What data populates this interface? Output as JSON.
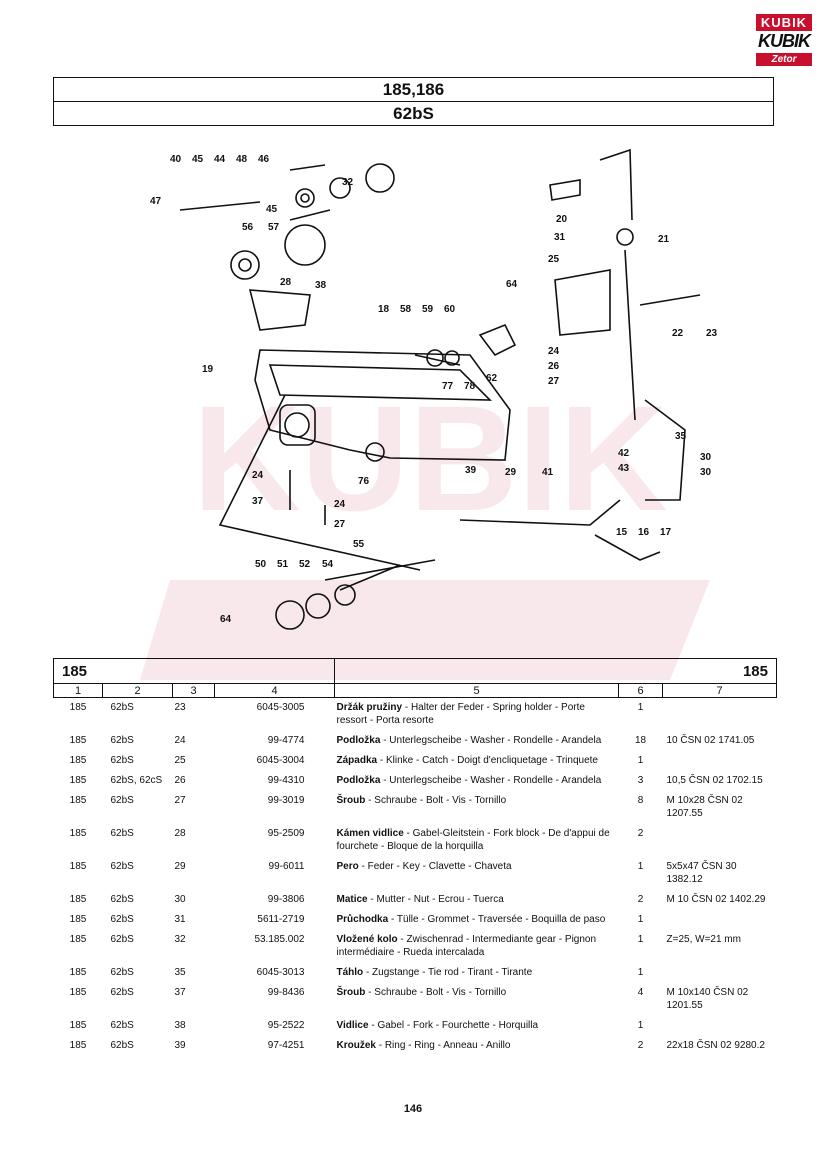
{
  "logo": {
    "brand": "KUBIK",
    "sub": "Zetor"
  },
  "title": {
    "line1": "185,186",
    "line2": "62bS"
  },
  "watermark": "KUBIK",
  "diagram_labels": [
    "40",
    "45",
    "44",
    "48",
    "46",
    "32",
    "47",
    "45",
    "56",
    "57",
    "28",
    "38",
    "19",
    "18",
    "58",
    "59",
    "60",
    "64",
    "62",
    "20",
    "31",
    "21",
    "25",
    "22",
    "23",
    "24",
    "26",
    "27",
    "77",
    "78",
    "76",
    "35",
    "42",
    "30",
    "43",
    "30",
    "24",
    "37",
    "24",
    "27",
    "39",
    "29",
    "41",
    "15",
    "16",
    "17",
    "55",
    "50",
    "51",
    "52",
    "54",
    "64"
  ],
  "table": {
    "section_left": "185",
    "section_right": "185",
    "columns": [
      "1",
      "2",
      "3",
      "4",
      "5",
      "6",
      "7"
    ],
    "rows": [
      {
        "c1": "185",
        "c2": "62bS",
        "c3": "23",
        "c4": "6045-3005",
        "name": "Držák pružiny",
        "desc": " - Halter der Feder - Spring holder - Porte ressort - Porta resorte",
        "qty": "1",
        "note": ""
      },
      {
        "c1": "185",
        "c2": "62bS",
        "c3": "24",
        "c4": "99-4774",
        "name": "Podložka",
        "desc": " - Unterlegscheibe - Washer - Rondelle - Arandela",
        "qty": "18",
        "note": "10 ČSN 02 1741.05"
      },
      {
        "c1": "185",
        "c2": "62bS",
        "c3": "25",
        "c4": "6045-3004",
        "name": "Západka",
        "desc": " - Klinke - Catch - Doigt d'encliquetage - Trinquete",
        "qty": "1",
        "note": ""
      },
      {
        "c1": "185",
        "c2": "62bS, 62cS",
        "c3": "26",
        "c4": "99-4310",
        "name": "Podložka",
        "desc": " - Unterlegscheibe - Washer - Rondelle - Arandela",
        "qty": "3",
        "note": "10,5 ČSN 02 1702.15"
      },
      {
        "c1": "185",
        "c2": "62bS",
        "c3": "27",
        "c4": "99-3019",
        "name": "Šroub",
        "desc": " - Schraube - Bolt - Vis - Tornillo",
        "qty": "8",
        "note": "M 10x28 ČSN 02 1207.55"
      },
      {
        "c1": "185",
        "c2": "62bS",
        "c3": "28",
        "c4": "95-2509",
        "name": "Kámen vidlice",
        "desc": " - Gabel-Gleitstein - Fork block - De d'appui de fourchete - Bloque de la horquilla",
        "qty": "2",
        "note": ""
      },
      {
        "c1": "185",
        "c2": "62bS",
        "c3": "29",
        "c4": "99-6011",
        "name": "Pero",
        "desc": " - Feder - Key - Clavette - Chaveta",
        "qty": "1",
        "note": "5x5x47 ČSN 30 1382.12"
      },
      {
        "c1": "185",
        "c2": "62bS",
        "c3": "30",
        "c4": "99-3806",
        "name": "Matice",
        "desc": " - Mutter - Nut - Ecrou - Tuerca",
        "qty": "2",
        "note": "M 10 ČSN 02 1402.29"
      },
      {
        "c1": "185",
        "c2": "62bS",
        "c3": "31",
        "c4": "5611-2719",
        "name": "Průchodka",
        "desc": " - Tülle - Grommet - Traversée - Boquilla de paso",
        "qty": "1",
        "note": ""
      },
      {
        "c1": "185",
        "c2": "62bS",
        "c3": "32",
        "c4": "53.185.002",
        "name": "Vložené kolo",
        "desc": " - Zwischenrad - Intermediante gear - Pignon intermédiaire - Rueda intercalada",
        "qty": "1",
        "note": "Z=25, W=21 mm"
      },
      {
        "c1": "185",
        "c2": "62bS",
        "c3": "35",
        "c4": "6045-3013",
        "name": "Táhlo",
        "desc": " - Zugstange - Tie rod - Tirant - Tirante",
        "qty": "1",
        "note": ""
      },
      {
        "c1": "185",
        "c2": "62bS",
        "c3": "37",
        "c4": "99-8436",
        "name": "Šroub",
        "desc": " - Schraube - Bolt - Vis - Tornillo",
        "qty": "4",
        "note": "M 10x140 ČSN 02 1201.55"
      },
      {
        "c1": "185",
        "c2": "62bS",
        "c3": "38",
        "c4": "95-2522",
        "name": "Vidlice",
        "desc": " - Gabel - Fork - Fourchette - Horquilla",
        "qty": "1",
        "note": ""
      },
      {
        "c1": "185",
        "c2": "62bS",
        "c3": "39",
        "c4": "97-4251",
        "name": "Kroužek",
        "desc": " - Ring - Ring - Anneau - Anillo",
        "qty": "2",
        "note": "22x18 ČSN 02 9280.2"
      }
    ]
  },
  "page_number": "146"
}
